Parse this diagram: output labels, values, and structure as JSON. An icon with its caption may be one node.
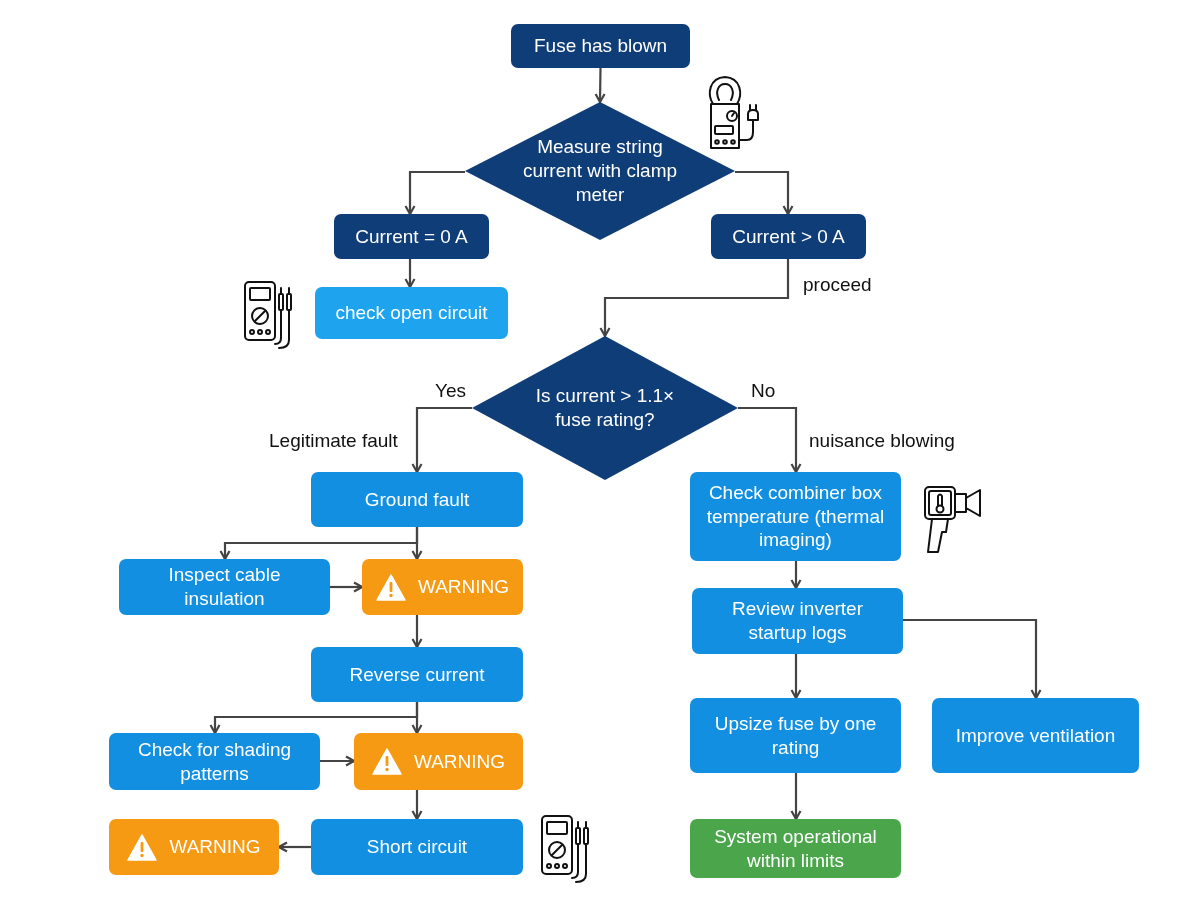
{
  "diagram": {
    "nodes": [
      {
        "text": [
          "Fuse has blown"
        ]
      },
      {
        "text": [
          "Measure string current with clamp meter"
        ]
      },
      {
        "text": [
          "Current = 0 A"
        ]
      },
      {
        "text": [
          "Current > 0 A"
        ]
      },
      {
        "text": [
          "check open circuit"
        ]
      },
      {
        "text": [
          "Is current > 1.1× fuse rating?"
        ]
      },
      {
        "text": [
          "Ground fault"
        ]
      },
      {
        "text": [
          "Inspect cable insulation"
        ]
      },
      {
        "text": [
          "WARNING"
        ]
      },
      {
        "text": [
          "Reverse current"
        ]
      },
      {
        "text": [
          "Check for shading patterns"
        ]
      },
      {
        "text": [
          "WARNING"
        ]
      },
      {
        "text": [
          "Short circuit"
        ]
      },
      {
        "text": [
          "WARNING"
        ]
      },
      {
        "text": [
          "Check combiner box temperature (thermal imaging)"
        ]
      },
      {
        "text": [
          "Review inverter startup logs"
        ]
      },
      {
        "text": [
          "Upsize fuse by one rating"
        ]
      },
      {
        "text": [
          "Improve ventilation"
        ]
      },
      {
        "text": [
          "System operational within limits"
        ]
      }
    ],
    "edges": [
      {
        "from": 0,
        "to": 1,
        "arrow": "to"
      },
      {
        "from": 1,
        "to": 2,
        "arrow": "to"
      },
      {
        "from": 1,
        "to": 3,
        "arrow": "to"
      },
      {
        "from": 2,
        "to": 4,
        "arrow": "to"
      },
      {
        "from": 3,
        "to": 5,
        "arrow": "to",
        "label": "proceed"
      },
      {
        "from": 5,
        "to": 6,
        "arrow": "to",
        "label": "Yes"
      },
      {
        "from": 5,
        "to": 14,
        "arrow": "to",
        "label": "No"
      },
      {
        "from": 6,
        "to": 7,
        "arrow": "to"
      },
      {
        "from": 6,
        "to": 8,
        "arrow": "to"
      },
      {
        "from": 7,
        "to": 8,
        "arrow": "to"
      },
      {
        "from": 8,
        "to": 9,
        "arrow": "to"
      },
      {
        "from": 9,
        "to": 10,
        "arrow": "to"
      },
      {
        "from": 9,
        "to": 11,
        "arrow": "to"
      },
      {
        "from": 10,
        "to": 11,
        "arrow": "to"
      },
      {
        "from": 11,
        "to": 12,
        "arrow": "to"
      },
      {
        "from": 12,
        "to": 13,
        "arrow": "to"
      },
      {
        "from": 14,
        "to": 15,
        "arrow": "to"
      },
      {
        "from": 15,
        "to": 16,
        "arrow": "to"
      },
      {
        "from": 15,
        "to": 17,
        "arrow": "to"
      },
      {
        "from": 16,
        "to": 18,
        "arrow": "to"
      }
    ],
    "labels": [
      "Legitimate fault",
      "nuisance blowing"
    ]
  }
}
